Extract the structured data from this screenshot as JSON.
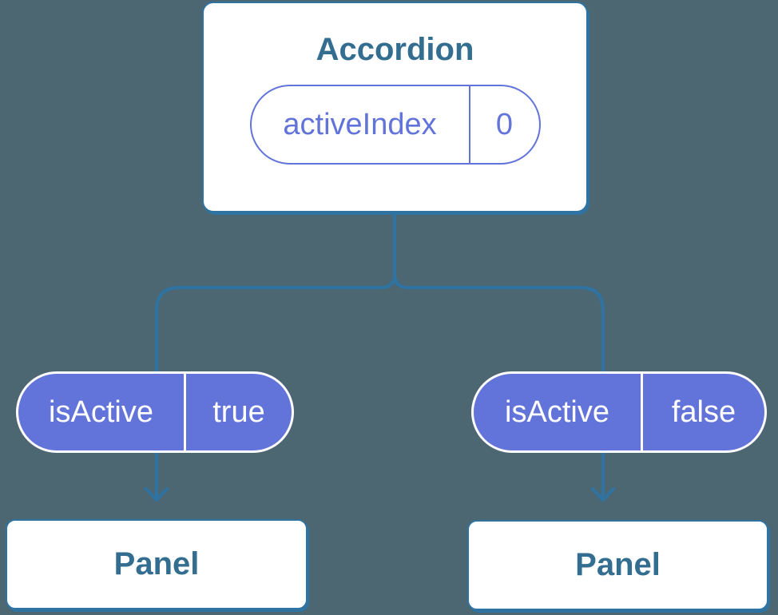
{
  "colors": {
    "background": "#4C6672",
    "connector_blue": "#2E73A2",
    "label_blue": "#336E91",
    "purple": "#6274DA",
    "card_white": "#FFFFFF"
  },
  "tree": {
    "root": {
      "title": "Accordion",
      "state_name": "activeIndex",
      "state_value": "0"
    },
    "children": [
      {
        "prop_name": "isActive",
        "prop_value": "true",
        "panel_label": "Panel"
      },
      {
        "prop_name": "isActive",
        "prop_value": "false",
        "panel_label": "Panel"
      }
    ]
  }
}
